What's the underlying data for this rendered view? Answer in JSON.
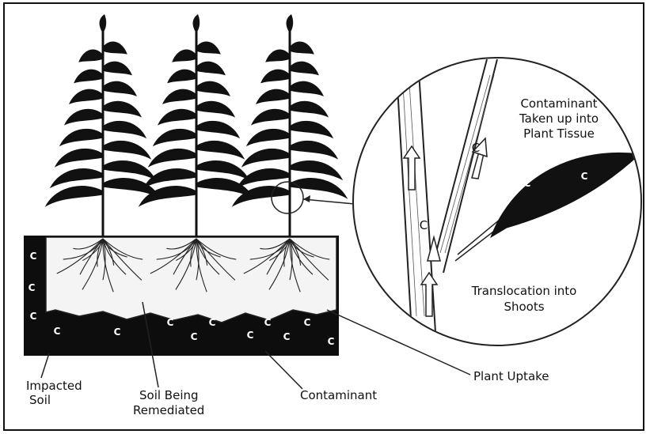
{
  "labels": {
    "contaminant_uptake_line1": "Contaminant",
    "contaminant_uptake_line2": "Taken up into",
    "contaminant_uptake_line3": "Plant Tissue",
    "translocation_line1": "Translocation into",
    "translocation_line2": "Shoots",
    "plant_uptake": "Plant Uptake",
    "impacted_soil_line1": "Impacted",
    "impacted_soil_line2": "Soil",
    "soil_remediated_line1": "Soil Being",
    "soil_remediated_line2": "Remediated",
    "contaminant": "Contaminant"
  },
  "contaminant_symbol": "C"
}
